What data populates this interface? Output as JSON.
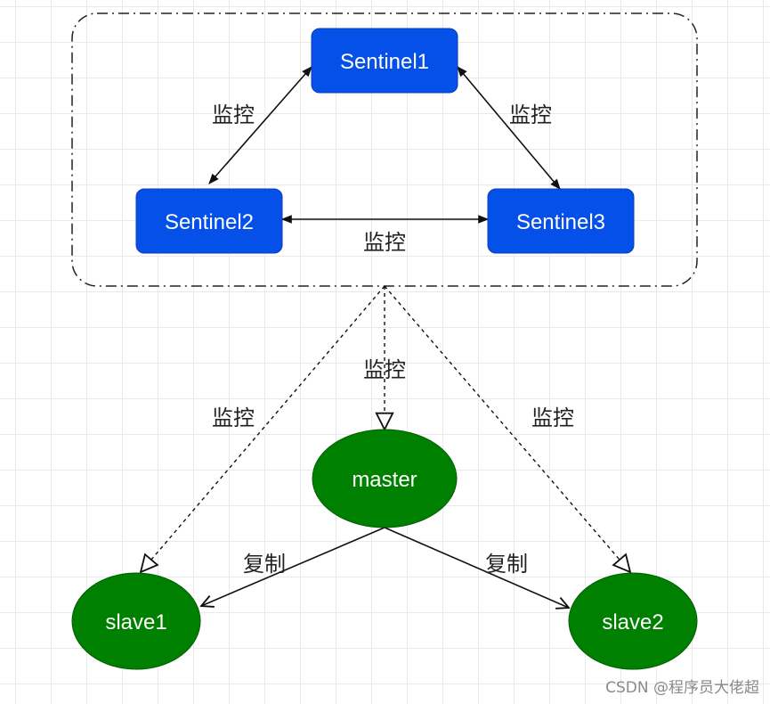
{
  "nodes": {
    "sentinel1": {
      "label": "Sentinel1",
      "color": "#0550e9"
    },
    "sentinel2": {
      "label": "Sentinel2",
      "color": "#0550e9"
    },
    "sentinel3": {
      "label": "Sentinel3",
      "color": "#0550e9"
    },
    "master": {
      "label": "master",
      "color": "#008000"
    },
    "slave1": {
      "label": "slave1",
      "color": "#008000"
    },
    "slave2": {
      "label": "slave2",
      "color": "#008000"
    }
  },
  "edges": {
    "s1_s2": "监控",
    "s1_s3": "监控",
    "s2_s3": "监控",
    "group_master": "监控",
    "group_slave1": "监控",
    "group_slave2": "监控",
    "master_slave1": "复制",
    "master_slave2": "复制"
  },
  "watermark": "CSDN @程序员大佬超"
}
